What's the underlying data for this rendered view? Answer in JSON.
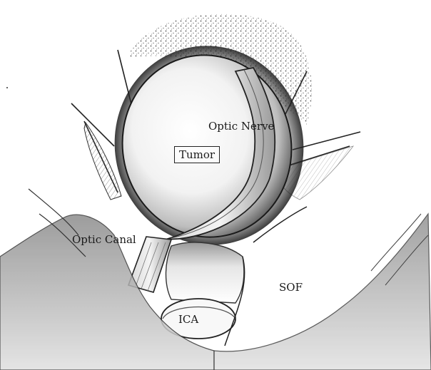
{
  "figure": {
    "labels": {
      "tumor": "Tumor",
      "optic_nerve": "Optic Nerve",
      "optic_canal": "Optic Canal",
      "ica": "ICA",
      "sof": "SOF"
    },
    "colors": {
      "ink": "#1a1a1a",
      "shadow": "#6e6e6e",
      "paper": "#ffffff"
    }
  }
}
